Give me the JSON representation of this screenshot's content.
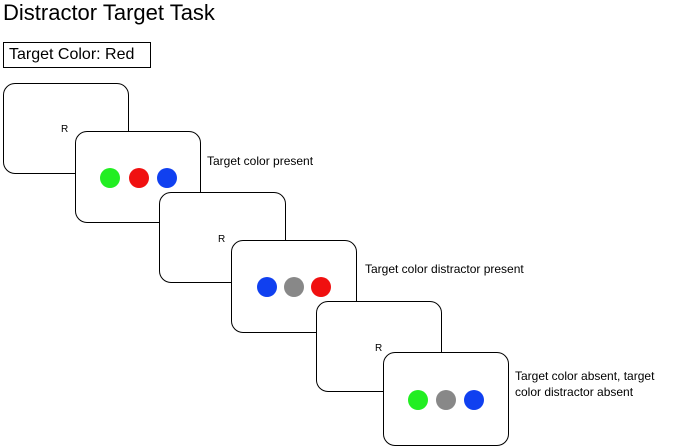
{
  "title": "Distractor Target Task",
  "target_label": "Target Color: Red",
  "colors": {
    "green": "#22ee22",
    "red": "#f01010",
    "blue": "#1040f0",
    "gray": "#888888"
  },
  "trials": [
    {
      "fixation_letter": "R",
      "stimulus_colors": [
        "green",
        "red",
        "blue"
      ],
      "caption": "Target color present"
    },
    {
      "fixation_letter": "R",
      "stimulus_colors": [
        "blue",
        "gray",
        "red"
      ],
      "caption": "Target color distractor present"
    },
    {
      "fixation_letter": "R",
      "stimulus_colors": [
        "green",
        "gray",
        "blue"
      ],
      "caption_line1": "Target color absent, target",
      "caption_line2": "color distractor absent"
    }
  ]
}
